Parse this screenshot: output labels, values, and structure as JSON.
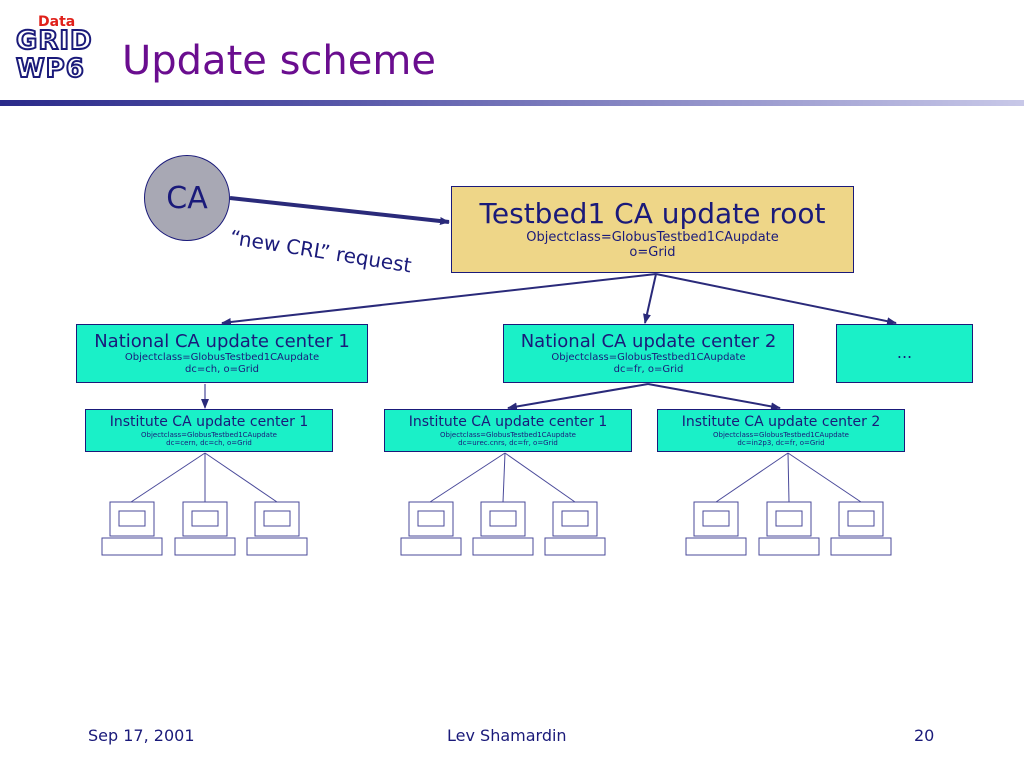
{
  "logo": {
    "top": "Data",
    "middle": "GRID",
    "bottom": "WP6"
  },
  "slide_title": "Update scheme",
  "ca_node": {
    "label": "CA"
  },
  "request_label": "“new CRL” request",
  "root": {
    "title": "Testbed1 CA update root",
    "objectclass": "Objectclass=GlobusTestbed1CAupdate",
    "dn": "o=Grid"
  },
  "national_centers": [
    {
      "title": "National CA update center 1",
      "objectclass": "Objectclass=GlobusTestbed1CAupdate",
      "dn": "dc=ch, o=Grid"
    },
    {
      "title": "National CA update center 2",
      "objectclass": "Objectclass=GlobusTestbed1CAupdate",
      "dn": "dc=fr, o=Grid"
    }
  ],
  "ellipsis_box": {
    "label": "..."
  },
  "institute_centers": [
    {
      "title": "Institute CA update center 1",
      "objectclass": "Objectclass=GlobusTestbed1CAupdate",
      "dn": "dc=cern, dc=ch, o=Grid"
    },
    {
      "title": "Institute CA update center 1",
      "objectclass": "Objectclass=GlobusTestbed1CAupdate",
      "dn": "dc=urec.cnrs, dc=fr, o=Grid"
    },
    {
      "title": "Institute CA update center 2",
      "objectclass": "Objectclass=GlobusTestbed1CAupdate",
      "dn": "dc=in2p3, dc=fr, o=Grid"
    }
  ],
  "icons": {
    "computer": "desktop-computer-icon"
  },
  "colors": {
    "title": "#6a0d8f",
    "text": "#1a1a7a",
    "root_fill": "#eed688",
    "center_fill": "#1af0c8",
    "ca_fill": "#a8a8b4"
  },
  "footer": {
    "date": "Sep 17, 2001",
    "author": "Lev Shamardin",
    "page": "20"
  }
}
